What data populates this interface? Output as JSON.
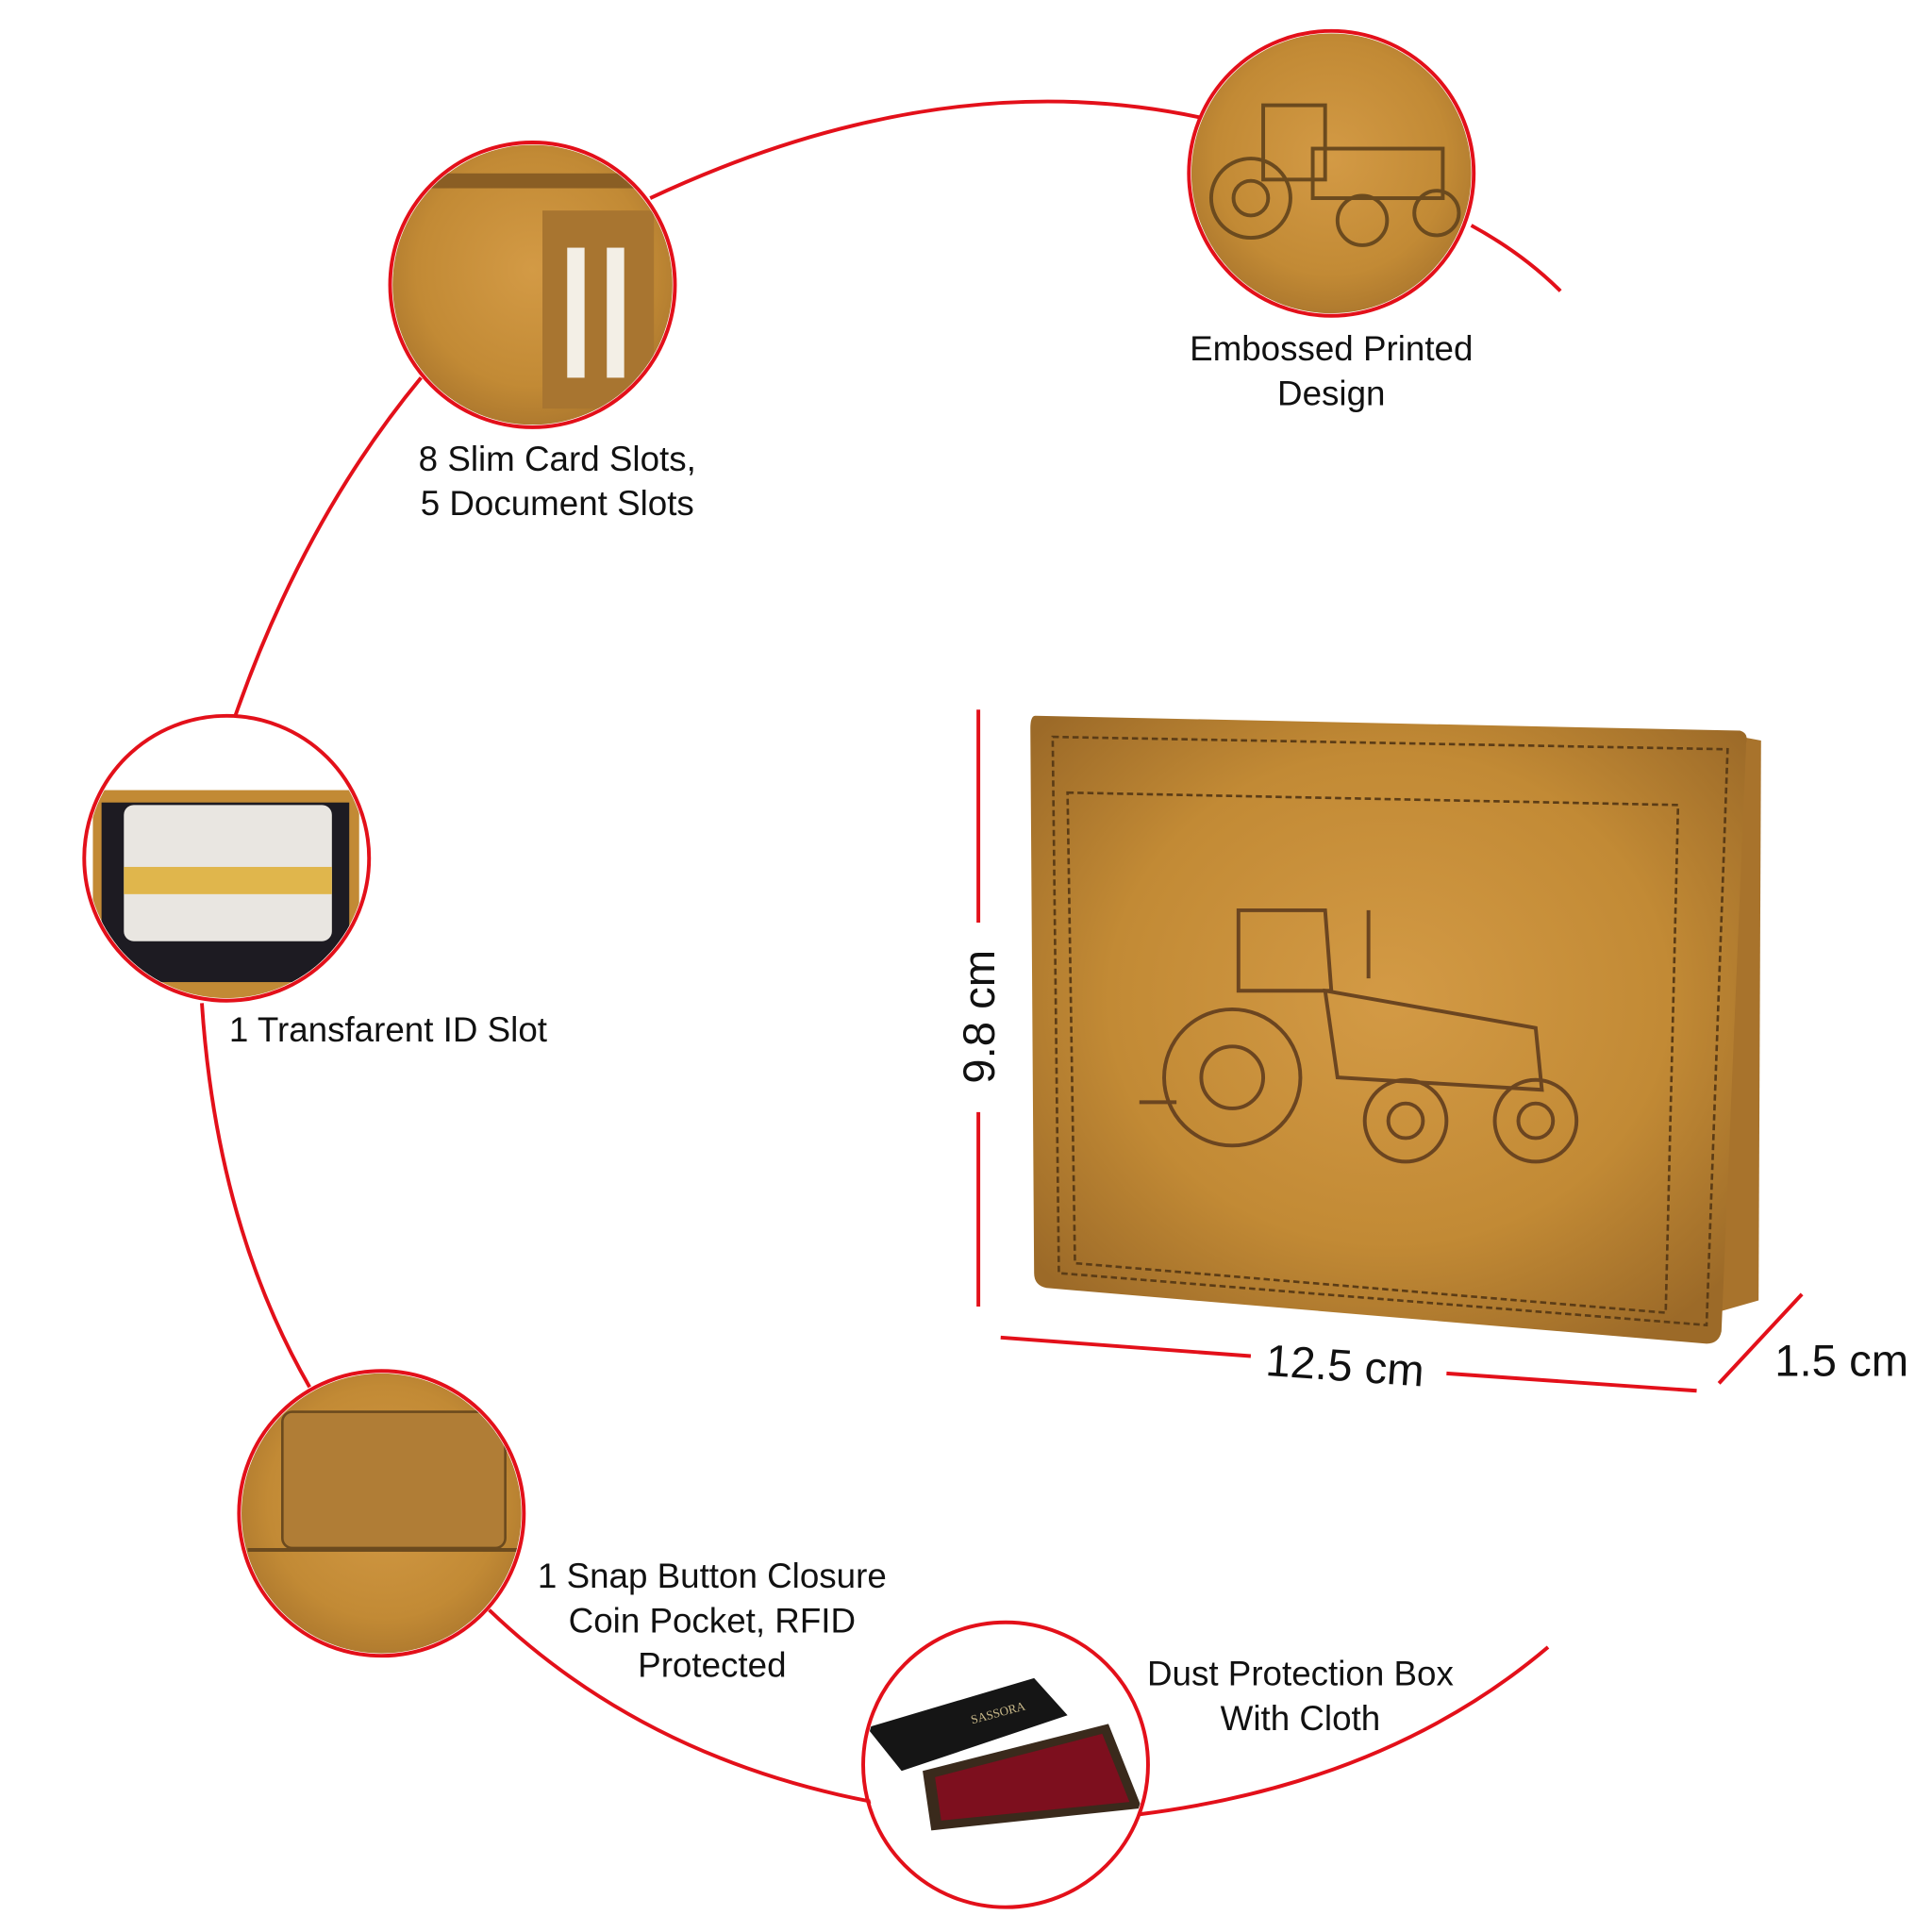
{
  "features": [
    {
      "id": "embossed",
      "lines": [
        "Embossed Printed",
        "Design"
      ]
    },
    {
      "id": "card-slots",
      "lines": [
        "8 Slim Card Slots,",
        "5 Document Slots"
      ]
    },
    {
      "id": "id-slot",
      "lines": [
        "1 Transfarent ID Slot"
      ]
    },
    {
      "id": "coin-pocket",
      "lines": [
        "1 Snap Button Closure",
        "Coin Pocket, RFID",
        "Protected"
      ]
    },
    {
      "id": "box",
      "lines": [
        "Dust Protection Box",
        "With Cloth"
      ]
    }
  ],
  "dimensions": {
    "height": "9.8 cm",
    "width": "12.5 cm",
    "depth": "1.5 cm"
  },
  "box_brand": "SASSORA",
  "colors": {
    "accent": "#e3101a",
    "leather": "#c28a35",
    "leather_dark": "#6b4a1e"
  }
}
